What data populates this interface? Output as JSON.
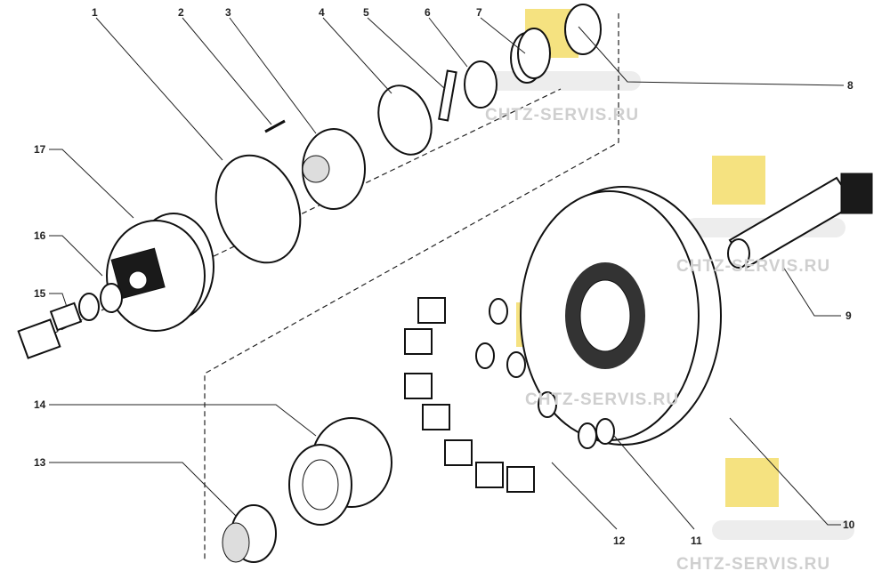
{
  "callouts": [
    "1",
    "2",
    "3",
    "4",
    "5",
    "6",
    "7",
    "8",
    "9",
    "10",
    "11",
    "12",
    "13",
    "14",
    "15",
    "16",
    "17"
  ],
  "watermark": {
    "text": "CHTZ-SERVIS.RU",
    "logo_color": "#f2d64b",
    "text_color": "#cfcfcf"
  }
}
